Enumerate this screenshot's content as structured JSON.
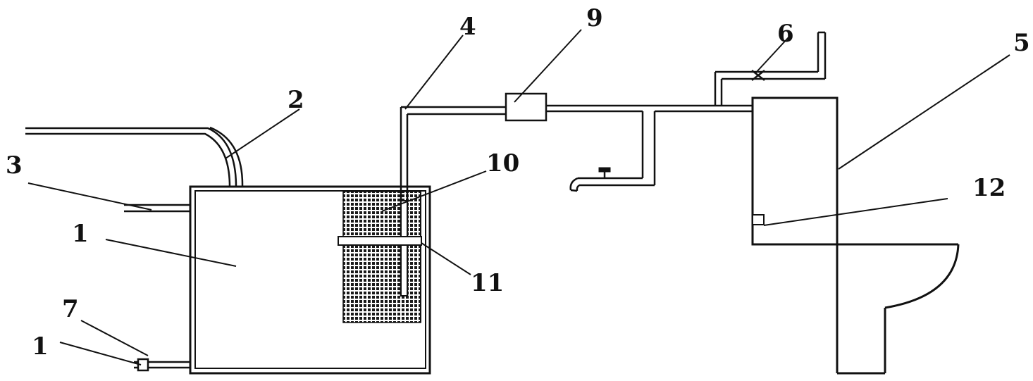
{
  "labels": {
    "l1a": "1",
    "l1b": "1",
    "l2": "2",
    "l3": "3",
    "l4": "4",
    "l5": "5",
    "l6": "6",
    "l7": "7",
    "l9": "9",
    "l10": "10",
    "l11": "11",
    "l12": "12"
  },
  "colors": {
    "stroke": "#111111",
    "background": "#ffffff",
    "filter_fill": "#1a1a1a"
  }
}
